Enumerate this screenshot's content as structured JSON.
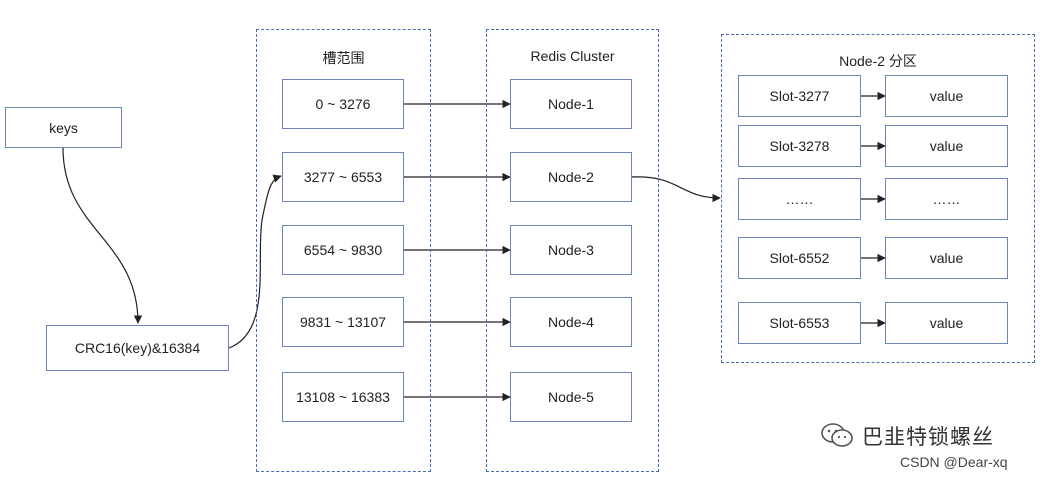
{
  "keys_label": "keys",
  "hash_label": "CRC16(key)&16384",
  "slot_group": {
    "title": "槽范围",
    "ranges": [
      "0 ~ 3276",
      "3277 ~ 6553",
      "6554 ~ 9830",
      "9831 ~ 13107",
      "13108 ~ 16383"
    ]
  },
  "cluster_group": {
    "title": "Redis Cluster",
    "nodes": [
      "Node-1",
      "Node-2",
      "Node-3",
      "Node-4",
      "Node-5"
    ]
  },
  "partition_group": {
    "title": "Node-2  分区",
    "rows": [
      {
        "slot": "Slot-3277",
        "value": "value"
      },
      {
        "slot": "Slot-3278",
        "value": "value"
      },
      {
        "slot": "……",
        "value": "……"
      },
      {
        "slot": "Slot-6552",
        "value": "value"
      },
      {
        "slot": "Slot-6553",
        "value": "value"
      }
    ]
  },
  "watermark": {
    "main": "巴韭特锁螺丝",
    "sub": "CSDN @Dear-xq",
    "icon": "wechat-icon"
  },
  "colors": {
    "border": "#4a6fb0",
    "arrow": "#222222"
  }
}
